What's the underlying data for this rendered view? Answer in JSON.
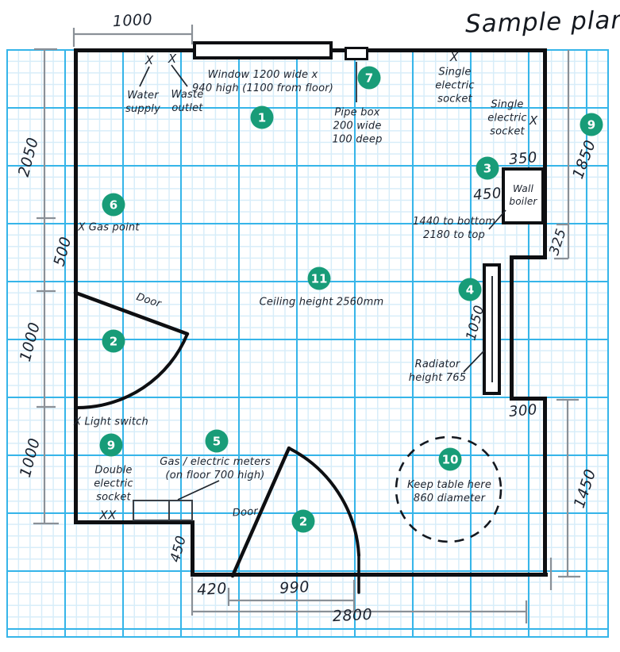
{
  "colors": {
    "accent": "#189c78",
    "ink": "#1b222e",
    "wall": "#0e0f12",
    "dimline": "#8a9097",
    "grid-major": "#36b5e9",
    "grid-minor": "#d7edf9"
  },
  "title": "Sample plan",
  "markers": {
    "n1": "1",
    "n2": "2",
    "n3": "3",
    "n4": "4",
    "n5": "5",
    "n6": "6",
    "n7": "7",
    "n9": "9",
    "n10": "10",
    "n11": "11"
  },
  "labels": {
    "window": "Window 1200 wide x\n940 high (1100 from floor)",
    "water_supply": "Water\nsupply",
    "waste_outlet": "Waste\noutlet",
    "pipe_box": "Pipe box\n200 wide\n100 deep",
    "single_socket_top": "Single\nelectric\nsocket",
    "single_socket_right": "Single\nelectric\nsocket",
    "wall_boiler": "Wall\nboiler",
    "boiler_heights": "1440 to bottom\n2180 to top",
    "gas_point": "X Gas point",
    "ceiling_height": "Ceiling height 2560mm",
    "door_upper": "Door",
    "door_lower": "Door",
    "radiator": "Radiator\nheight 765",
    "light_switch": "X Light switch",
    "double_socket": "Double\nelectric\nsocket",
    "double_socket_marks": "XX",
    "meters": "Gas / electric meters\n(on floor 700 high)",
    "keep_table": "Keep table here\n860 diameter",
    "x_mark": "X"
  },
  "dimensions": {
    "top_width": "1000",
    "left_2050": "2050",
    "left_500": "500",
    "left_1000_upper": "1000",
    "left_1000_lower": "1000",
    "right_1850": "1850",
    "right_325": "325",
    "right_1450": "1450",
    "radiator_1050": "1050",
    "boiler_350": "350",
    "boiler_450": "450",
    "step_450": "450",
    "step_300": "300",
    "bottom_420": "420",
    "bottom_990": "990",
    "bottom_2800": "2800"
  }
}
